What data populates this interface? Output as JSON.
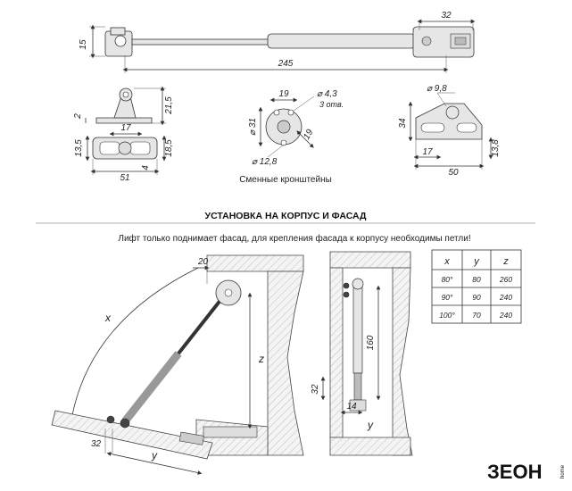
{
  "top_drawing": {
    "dim_total_length": "245",
    "dim_height": "15",
    "dim_right_mount": "32"
  },
  "bracket_side": {
    "dim_base": "2",
    "dim_height": "21,5",
    "dim_hole_spacing": "17",
    "dim_width": "51",
    "dim_thickness": "13,5",
    "dim_mid": "4",
    "dim_right": "18,5"
  },
  "bracket_round": {
    "dim_width": "19",
    "dim_hole": "⌀ 4,3",
    "dim_hole_count": "3 отв.",
    "dim_height": "⌀ 31",
    "dim_center": "⌀ 12,8",
    "dim_offset": "19"
  },
  "bracket_angled": {
    "dim_hole": "⌀ 9,8",
    "dim_height": "34",
    "dim_offset": "17",
    "dim_length": "50",
    "dim_thick": "13,8"
  },
  "caption_brackets": "Сменные кронштейны",
  "section_heading": "УСТАНОВКА НА КОРПУС И ФАСАД",
  "note": "Лифт только поднимает фасад, для крепления фасада к корпусу необходимы петли!",
  "install_left": {
    "label_x": "x",
    "label_y": "y",
    "label_z": "z",
    "dim_top": "20",
    "dim_bottom": "32"
  },
  "install_mid": {
    "dim_160": "160",
    "dim_32": "32",
    "dim_14": "14",
    "label_y": "y"
  },
  "table": {
    "headers": [
      "x",
      "y",
      "z"
    ],
    "rows": [
      [
        "80°",
        "80",
        "260"
      ],
      [
        "90°",
        "90",
        "240"
      ],
      [
        "100°",
        "70",
        "240"
      ]
    ]
  },
  "logo": {
    "text": "ЗЕОН",
    "sub": "home"
  }
}
